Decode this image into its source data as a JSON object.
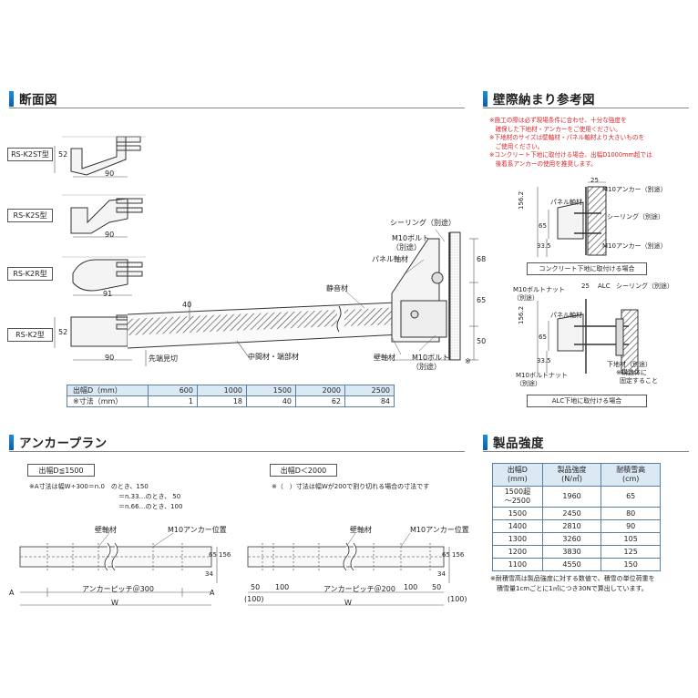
{
  "sections": {
    "cross_section": "断面図",
    "wall_reference": "壁際納まり参考図",
    "anchor_plan": "アンカープラン",
    "product_strength": "製品強度"
  },
  "profiles": [
    {
      "name": "RS-K2ST型",
      "h": "52",
      "w": "90"
    },
    {
      "name": "RS-K2S型",
      "h": "",
      "w": "90"
    },
    {
      "name": "RS-K2R型",
      "h": "",
      "w": "91"
    },
    {
      "name": "RS-K2型",
      "h": "52",
      "w": "90"
    }
  ],
  "main_section": {
    "dim_40": "40",
    "sealing": "シーリング（別途）",
    "m10_bolt": "M10ボルト",
    "m10_bolt_sep": "（別途）",
    "panel_shaft": "パネル軸材",
    "sound_mat": "静音材",
    "dim_68": "68",
    "dim_65": "65",
    "dim_50": "50",
    "tip_cut": "先端見切",
    "middle_end": "中間材・端部材",
    "wall_shaft": "壁軸材",
    "m10_bolt2": "M10ボルト",
    "m10_bolt2_sep": "（別途）",
    "dim_90": "90",
    "mark": "※"
  },
  "dimension_table": {
    "header_label": "出幅D（mm）",
    "header_values": [
      "600",
      "1000",
      "1500",
      "2000",
      "2500"
    ],
    "row_label": "※寸法（mm）",
    "row_values": [
      "1",
      "18",
      "40",
      "62",
      "84"
    ]
  },
  "wall_notes": [
    "※施工の際は必ず現場条件に合わせ、十分な強度を",
    "　確保した下地材・アンカーをご使用ください。",
    "※下地材のサイズは壁軸材・パネル軸材より大きいものを",
    "　ご使用ください。",
    "※コンクリート下地に取付ける場合、出幅D1000mm超では",
    "　後着系アンカーの使用を推奨します。"
  ],
  "concrete_detail": {
    "dim_25": "25",
    "m10_anchor": "M10アンカー（別途）",
    "panel_shaft": "パネル軸材",
    "sealing": "シーリング（別途）",
    "dim_1562": "156.2",
    "dim_65": "65",
    "dim_335": "33.5",
    "m10_anchor2": "M10アンカー（別途）",
    "caption": "コンクリート下地に取付ける場合"
  },
  "alc_detail": {
    "m10_nut": "M10ボルトナット",
    "m10_nut_sep": "（別途）",
    "dim_25": "25",
    "alc": "ALC",
    "sealing": "シーリング（別途）",
    "panel_shaft": "パネル軸材",
    "dim_1562": "156.2",
    "dim_65": "65",
    "dim_335": "33.5",
    "m10_nut2": "M10ボルトナット",
    "m10_nut2_sep": "（別途）",
    "base_mat": "下地材（別途）",
    "structural_note1": "※構造体に",
    "structural_note2": "固定すること",
    "caption": "ALC下地に取付ける場合"
  },
  "anchor_left": {
    "title": "出幅D≦1500",
    "formula1": "※A寸法は幅W÷300＝n.0　のとき、150",
    "formula2": "＝n.33…のとき、 50",
    "formula3": "＝n.66…のとき、100",
    "wall_shaft": "壁軸材",
    "m10_anchor_pos": "M10アンカー位置",
    "dim_34": "34",
    "dim_65": "65",
    "dim_156": "156",
    "a_left": "A",
    "a_right": "A",
    "pitch": "アンカーピッチ＠300",
    "w": "W"
  },
  "anchor_right": {
    "title": "出幅D＜2000",
    "note": "※（　）寸法は幅Wが200で割り切れる場合の寸法です",
    "wall_shaft": "壁軸材",
    "m10_anchor_pos": "M10アンカー位置",
    "dim_34": "34",
    "dim_65": "65",
    "dim_156": "156",
    "left_50": "50",
    "left_100": "100",
    "left_paren": "(100)",
    "pitch": "アンカーピッチ＠200",
    "right_100": "100",
    "right_50": "50",
    "right_paren": "(100)",
    "w": "W"
  },
  "strength_table": {
    "headers": [
      "出幅D\n(mm)",
      "製品強度\n(N/㎡)",
      "耐積雪高\n(cm)"
    ],
    "rows": [
      [
        "1500超\n～2500",
        "1960",
        "65"
      ],
      [
        "1500",
        "2450",
        "80"
      ],
      [
        "1400",
        "2810",
        "90"
      ],
      [
        "1300",
        "3260",
        "105"
      ],
      [
        "1200",
        "3830",
        "125"
      ],
      [
        "1100",
        "4550",
        "150"
      ]
    ]
  },
  "strength_notes": [
    "※耐積雪高は製品強度に対する数値で、積雪の単位荷重を",
    "　積雪量1cmごとに1㎡につき30Nで算出しています。"
  ],
  "colors": {
    "accent": "#1a7cc8",
    "red": "#d8262a",
    "table_head": "#dbe9f5",
    "hatch": "#666666"
  }
}
